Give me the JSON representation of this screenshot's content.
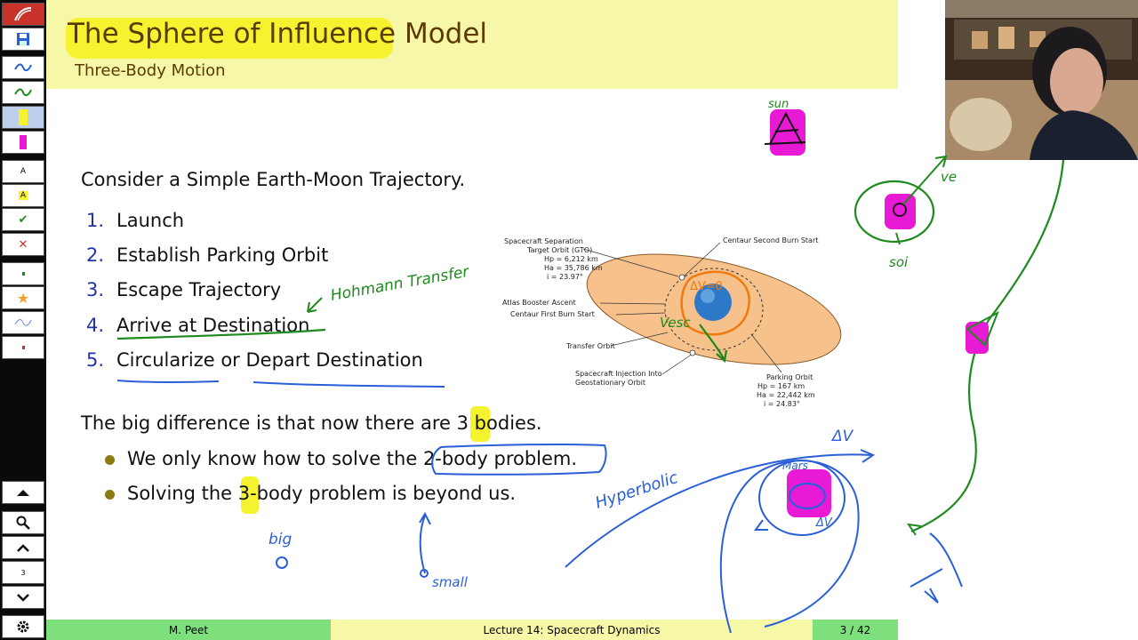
{
  "slide": {
    "title": "The Sphere of Influence Model",
    "subtitle": "Three-Body Motion",
    "intro": "Consider a Simple Earth-Moon Trajectory.",
    "steps": [
      {
        "num": "1.",
        "text": "Launch"
      },
      {
        "num": "2.",
        "text": "Establish Parking Orbit"
      },
      {
        "num": "3.",
        "text": "Escape Trajectory"
      },
      {
        "num": "4.",
        "text": "Arrive at Destination"
      },
      {
        "num": "5.",
        "text": "Circularize or Depart Destination"
      }
    ],
    "difference": "The big difference is that now there are 3 bodies.",
    "bullet1": "We only know how to solve the 2-body problem.",
    "bullet2": "Solving the 3-body problem is beyond us."
  },
  "diagram": {
    "separation": [
      "Spacecraft Separation",
      "Target Orbit (GTO)",
      "Hp = 6,212 km",
      "Ha = 35,786 km",
      "i = 23.97°"
    ],
    "centaur_second": "Centaur Second Burn Start",
    "atlas": "Atlas Booster Ascent",
    "centaur_first": "Centaur First Burn Start",
    "transfer": "Transfer Orbit",
    "injection": [
      "Spacecraft Injection Into",
      "Geostationary Orbit"
    ],
    "parking": [
      "Parking Orbit",
      "Hp = 167 km",
      "Ha = 22,442 km",
      "i = 24.83°"
    ]
  },
  "annotations": {
    "hohmann": "Hohmann Transfer",
    "dv": "ΔV=0",
    "vesc": "Vesc",
    "sun": "sun",
    "soi": "soi",
    "ve": "ve",
    "big": "big",
    "small": "small",
    "hyperbolic": "Hyperbolic",
    "dv_top": "ΔV",
    "dv_mid": "ΔV",
    "mars": "Mars"
  },
  "footer": {
    "author": "M. Peet",
    "lecture": "Lecture 14: Spacecraft Dynamics",
    "page": "3 / 42"
  },
  "toolbar": {
    "page_number": "3"
  },
  "colors": {
    "title_band": "#f7f7a8",
    "title_text": "#5b3a00",
    "footer_left": "#7de07d",
    "footer_mid": "#f7f7a8",
    "footer_right": "#7de07d",
    "ink_blue": "#2a5fd8",
    "ink_green": "#1e8a1e",
    "ink_orange": "#f07a10",
    "ink_magenta": "#e81ad6"
  }
}
